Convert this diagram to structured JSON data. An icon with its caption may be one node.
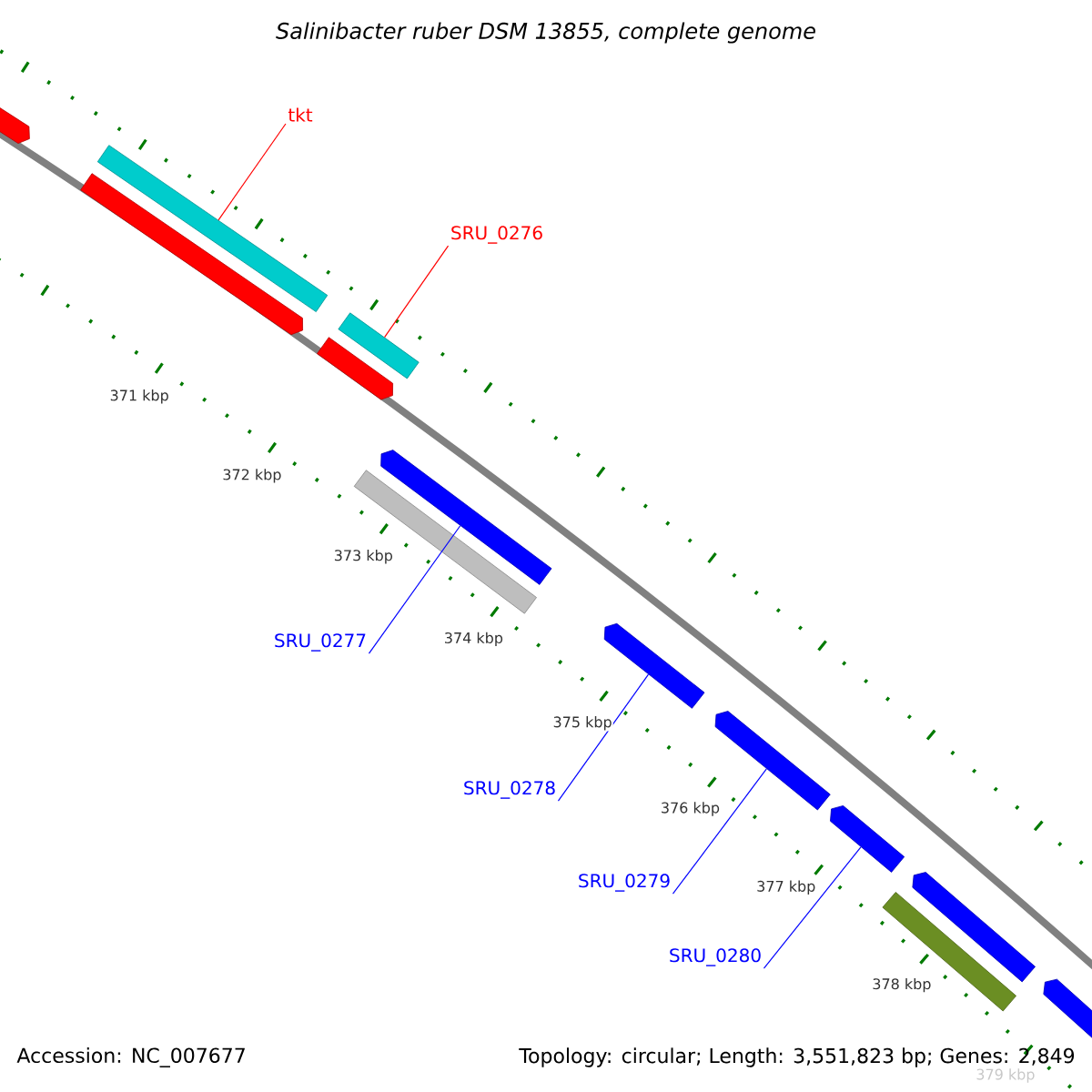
{
  "diagram": {
    "title": "Salinibacter ruber DSM 13855, complete genome",
    "nodes": [
      {
        "text": [],
        "shape": "bar"
      },
      {
        "text": [
          "tkt"
        ]
      },
      {
        "text": [],
        "shape": "bar"
      },
      {
        "text": [],
        "shape": "bar"
      },
      {
        "text": [
          "SRU_0276"
        ]
      },
      {
        "text": [],
        "shape": "bar"
      },
      {
        "text": [],
        "shape": "bar"
      },
      {
        "text": [],
        "shape": "bar"
      },
      {
        "text": [],
        "shape": "bar"
      },
      {
        "text": [
          "SRU_0277"
        ]
      },
      {
        "text": [],
        "shape": "bar"
      },
      {
        "text": [
          "SRU_0278"
        ]
      },
      {
        "text": [],
        "shape": "bar"
      },
      {
        "text": [
          "SRU_0279"
        ]
      },
      {
        "text": [],
        "shape": "bar"
      },
      {
        "text": [
          "SRU_0280"
        ]
      },
      {
        "text": [],
        "shape": "bar"
      },
      {
        "text": [],
        "shape": "bar"
      },
      {
        "text": [],
        "shape": "bar"
      }
    ],
    "edges": [
      {
        "from": 1,
        "to": 2,
        "arrow": "none",
        "color": "#ff0000"
      },
      {
        "from": 4,
        "to": 5,
        "arrow": "none",
        "color": "#ff0000"
      },
      {
        "from": 9,
        "to": 7,
        "arrow": "none"
      },
      {
        "from": 11,
        "to": 10,
        "arrow": "none"
      },
      {
        "from": 13,
        "to": 12,
        "arrow": "none"
      },
      {
        "from": 15,
        "to": 14,
        "arrow": "none"
      }
    ],
    "labels": [
      "371 kbp",
      "372 kbp",
      "373 kbp",
      "374 kbp",
      "375 kbp",
      "376 kbp",
      "377 kbp",
      "378 kbp",
      "379 kbp",
      "Accession: NC_007677",
      "Topology: circular; Length: 3,551,823 bp; Genes: 2,849"
    ]
  }
}
